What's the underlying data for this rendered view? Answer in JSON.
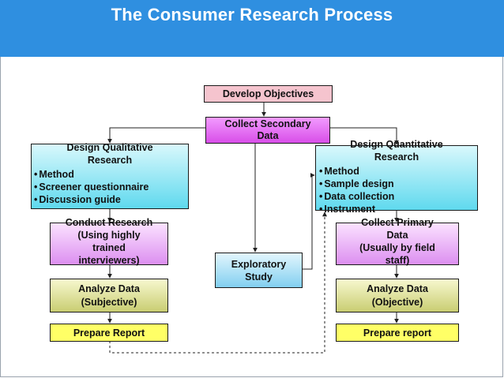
{
  "header": {
    "title": "The Consumer Research Process"
  },
  "diagram": {
    "develop_objectives": "Develop Objectives",
    "collect_secondary": [
      "Collect Secondary",
      "Data"
    ],
    "design_qualitative": {
      "title": [
        "Design Qualitative",
        "Research"
      ],
      "bullets": [
        "Method",
        "Screener questionnaire",
        "Discussion guide"
      ]
    },
    "design_quantitative": {
      "title": [
        "Design Quantitative",
        "Research"
      ],
      "bullets": [
        "Method",
        "Sample design",
        "Data collection",
        "Instrument"
      ]
    },
    "conduct_research": [
      "Conduct Research",
      "(Using highly",
      "trained",
      "interviewers)"
    ],
    "collect_primary": [
      "Collect Primary",
      "Data",
      "(Usually by field",
      "staff)"
    ],
    "exploratory": [
      "Exploratory",
      "Study"
    ],
    "analyze_subjective": [
      "Analyze Data",
      "(Subjective)"
    ],
    "analyze_objective": [
      "Analyze Data",
      "(Objective)"
    ],
    "prepare_report_left": "Prepare Report",
    "prepare_report_right": "Prepare report"
  },
  "colors": {
    "header": "#2f8fe0",
    "develop_objectives": "#f5c4ce",
    "collect_secondary": "#e070f0",
    "design": "#5fd9ee",
    "conduct_collect": "#dc8ff0",
    "analyze": "#c9cd72",
    "exploratory": "#82cff0",
    "prepare_report": "#ffff66"
  }
}
